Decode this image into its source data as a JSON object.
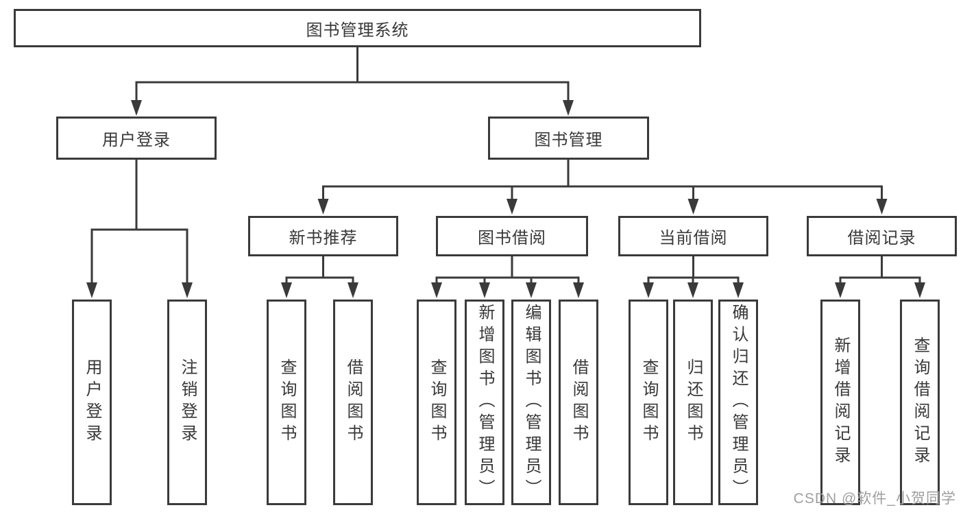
{
  "diagram": {
    "root": {
      "label": "图书管理系统",
      "children": [
        {
          "label": "用户登录",
          "children": [
            {
              "label": "用户登录"
            },
            {
              "label": "注销登录"
            }
          ]
        },
        {
          "label": "图书管理",
          "children": [
            {
              "label": "新书推荐",
              "children": [
                {
                  "label": "查询图书"
                },
                {
                  "label": "借阅图书"
                }
              ]
            },
            {
              "label": "图书借阅",
              "children": [
                {
                  "label": "查询图书"
                },
                {
                  "label": "新增图书（管理员）"
                },
                {
                  "label": "编辑图书（管理员）"
                },
                {
                  "label": "借阅图书"
                }
              ]
            },
            {
              "label": "当前借阅",
              "children": [
                {
                  "label": "查询图书"
                },
                {
                  "label": "归还图书"
                },
                {
                  "label": "确认归还（管理员）"
                }
              ]
            },
            {
              "label": "借阅记录",
              "children": [
                {
                  "label": "新增借阅记录"
                },
                {
                  "label": "查询借阅记录"
                }
              ]
            }
          ]
        }
      ]
    }
  },
  "watermark": {
    "text": "CSDN @软件_小贺同学"
  },
  "colors": {
    "line": "#3a3a3a",
    "text": "#383838",
    "watermark": "#9e9e9e",
    "background": "#ffffff"
  }
}
